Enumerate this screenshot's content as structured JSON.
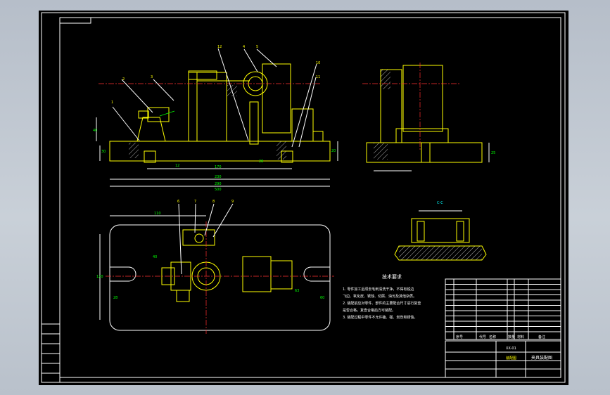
{
  "dims": {
    "d1": "40",
    "d2": "230",
    "d3": "290",
    "d4": "500",
    "d5": "20",
    "d6": "30",
    "d7": "170",
    "d8": "12",
    "d9": "28",
    "d10": "120",
    "d11": "25",
    "d12": "110",
    "d13": "28",
    "d14": "40",
    "d15": "63",
    "d16": "60",
    "d17": "90"
  },
  "balloons": {
    "b1": "1",
    "b2": "2",
    "b3": "3",
    "b4": "4",
    "b5": "5",
    "b6": "6",
    "b7": "7",
    "b8": "8",
    "b9": "9",
    "b10": "10",
    "b11": "11",
    "b12": "12"
  },
  "labels": {
    "section": "C-C",
    "tech_title": "技术要求",
    "tech_lines": [
      "1. 零件加工后须去毛刺清洗干净，不得有锐边",
      "飞边、氧化皮、锈蚀、切屑、油污及其他杂质。",
      "2. 装配前应对零件、部件的主要配合尺寸进行复查",
      "是否合格，复查合格后方可装配。",
      "3. 装配过程中零件不允许磕、碰、划伤和锈蚀。"
    ],
    "part_no": "XX-01",
    "title_main": "夹具装配图",
    "drawing_name": "装配图",
    "header_seq": "序号",
    "header_code": "代号",
    "header_name": "名称",
    "header_qty": "数量",
    "header_material": "材料",
    "header_note": "备注"
  }
}
